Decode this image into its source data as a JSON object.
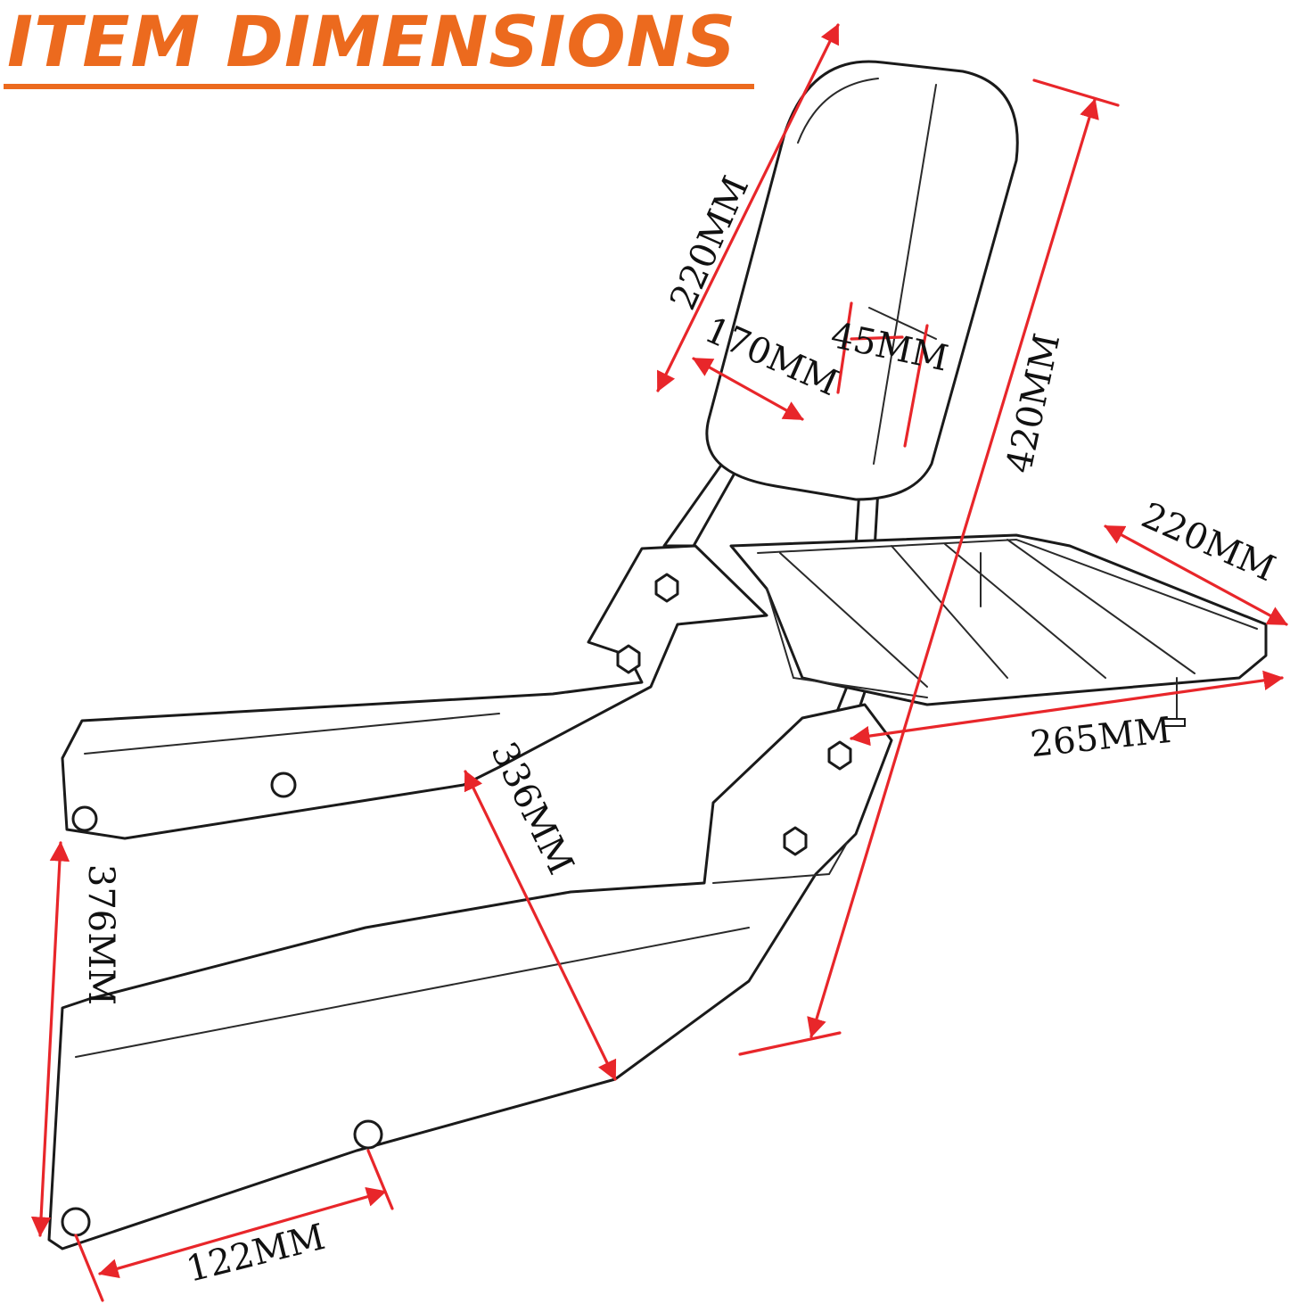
{
  "header": {
    "title": "ITEM DIMENSIONS"
  },
  "colors": {
    "accent": "#ec6a1e",
    "dimension_line": "#e8262a",
    "outline": "#1a1a1a"
  },
  "dimensions": {
    "backrest_height": "220MM",
    "backrest_width": "170MM",
    "backrest_thickness": "45MM",
    "overall_height": "420MM",
    "rack_width": "220MM",
    "rack_length": "265MM",
    "inner_height": "336MM",
    "side_height": "376MM",
    "hole_spacing": "122MM"
  }
}
